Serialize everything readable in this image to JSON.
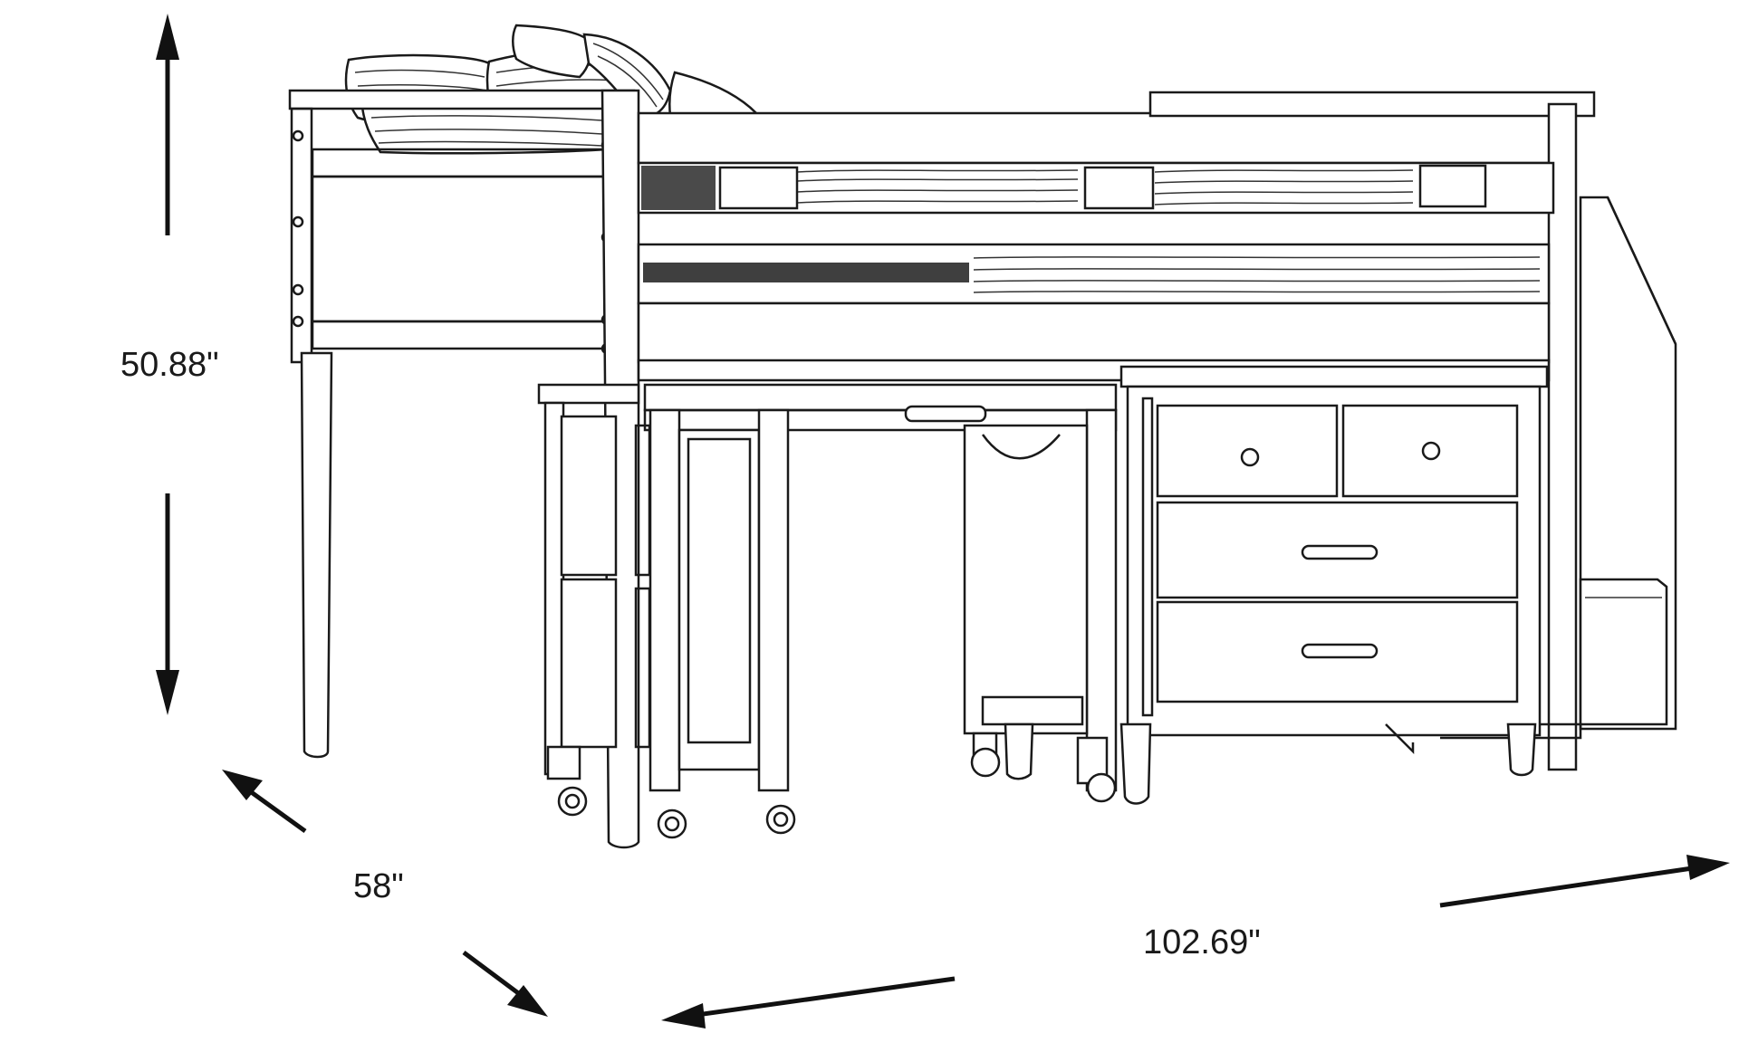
{
  "dimensions": {
    "height": "50.88\"",
    "depth": "58\"",
    "width": "102.69\""
  },
  "colors": {
    "line": "#1a1a1a",
    "background": "#ffffff"
  }
}
